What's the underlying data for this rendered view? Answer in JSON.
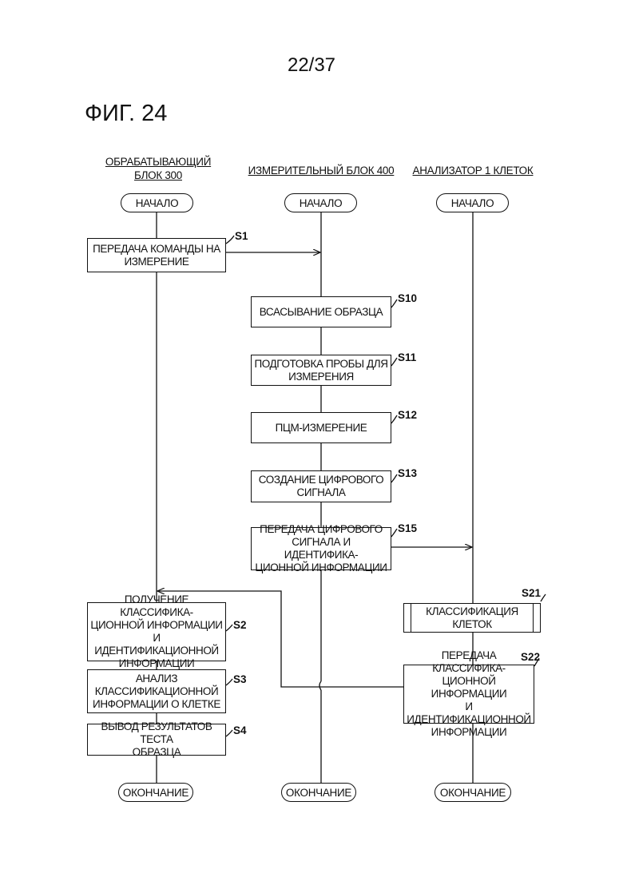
{
  "page_number": "22/37",
  "figure_label": "ФИГ. 24",
  "lanes": {
    "processing": "ОБРАБАТЫВАЮЩИЙ\nБЛОК 300",
    "measuring": "ИЗМЕРИТЕЛЬНЫЙ БЛОК 400",
    "analyzer": "АНАЛИЗАТОР 1 КЛЕТОК"
  },
  "start_label": "НАЧАЛО",
  "end_label": "ОКОНЧАНИЕ",
  "steps": {
    "s1": {
      "id": "S1",
      "text": "ПЕРЕДАЧА КОМАНДЫ НА\nИЗМЕРЕНИЕ"
    },
    "s10": {
      "id": "S10",
      "text": "ВСАСЫВАНИЕ ОБРАЗЦА"
    },
    "s11": {
      "id": "S11",
      "text": "ПОДГОТОВКА ПРОБЫ ДЛЯ\nИЗМЕРЕНИЯ"
    },
    "s12": {
      "id": "S12",
      "text": "ПЦМ-ИЗМЕРЕНИЕ"
    },
    "s13": {
      "id": "S13",
      "text": "СОЗДАНИЕ ЦИФРОВОГО\nСИГНАЛА"
    },
    "s15": {
      "id": "S15",
      "text": "ПЕРЕДАЧА ЦИФРОВОГО\nСИГНАЛА И ИДЕНТИФИКА-\nЦИОННОЙ ИНФОРМАЦИИ"
    },
    "s21": {
      "id": "S21",
      "text": "КЛАССИФИКАЦИЯ\nКЛЕТОК"
    },
    "s22": {
      "id": "S22",
      "text": "ПЕРЕДАЧА КЛАССИФИКА-\nЦИОННОЙ ИНФОРМАЦИИ\nИ ИДЕНТИФИКАЦИОННОЙ\nИНФОРМАЦИИ"
    },
    "s2": {
      "id": "S2",
      "text": "ПОЛУЧЕНИЕ КЛАССИФИКА-\nЦИОННОЙ ИНФОРМАЦИИ\nИ ИДЕНТИФИКАЦИОННОЙ\nИНФОРМАЦИИ"
    },
    "s3": {
      "id": "S3",
      "text": "АНАЛИЗ\nКЛАССИФИКАЦИОННОЙ\nИНФОРМАЦИИ О КЛЕТКЕ"
    },
    "s4": {
      "id": "S4",
      "text": "ВЫВОД РЕЗУЛЬТАТОВ ТЕСТА\nОБРАЗЦА"
    }
  }
}
